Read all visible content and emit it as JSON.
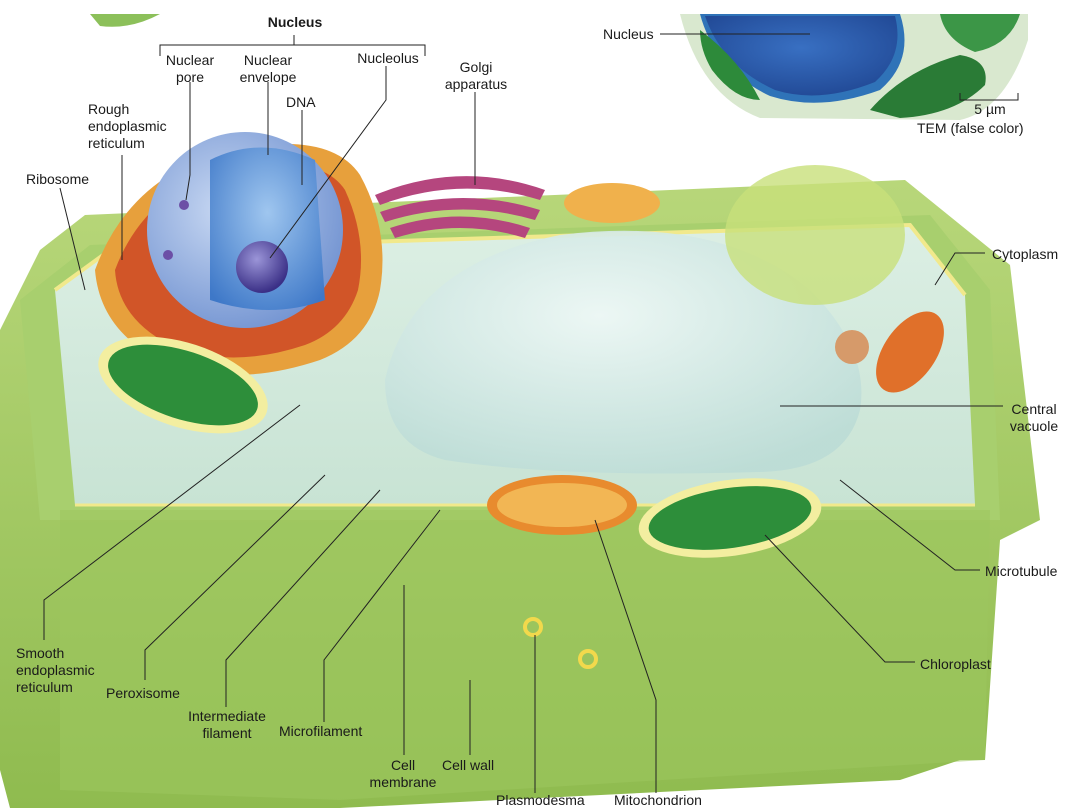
{
  "labels": {
    "nucleus_group": "Nucleus",
    "nuclear_pore": "Nuclear\npore",
    "nuclear_envelope": "Nuclear\nenvelope",
    "nucleolus": "Nucleolus",
    "dna": "DNA",
    "golgi": "Golgi\napparatus",
    "rough_er": "Rough\nendoplasmic\nreticulum",
    "ribosome": "Ribosome",
    "cytoplasm": "Cytoplasm",
    "central_vacuole": "Central\nvacuole",
    "microtubule": "Microtubule",
    "chloroplast": "Chloroplast",
    "smooth_er": "Smooth\nendoplasmic\nreticulum",
    "peroxisome": "Peroxisome",
    "intermediate_filament": "Intermediate\nfilament",
    "microfilament": "Microfilament",
    "cell_membrane": "Cell\nmembrane",
    "cell_wall": "Cell wall",
    "plasmodesma": "Plasmodesma",
    "mitochondrion": "Mitochondrion"
  },
  "micrograph": {
    "nucleus_label": "Nucleus",
    "scale": "5 µm",
    "caption": "TEM (false color)"
  }
}
